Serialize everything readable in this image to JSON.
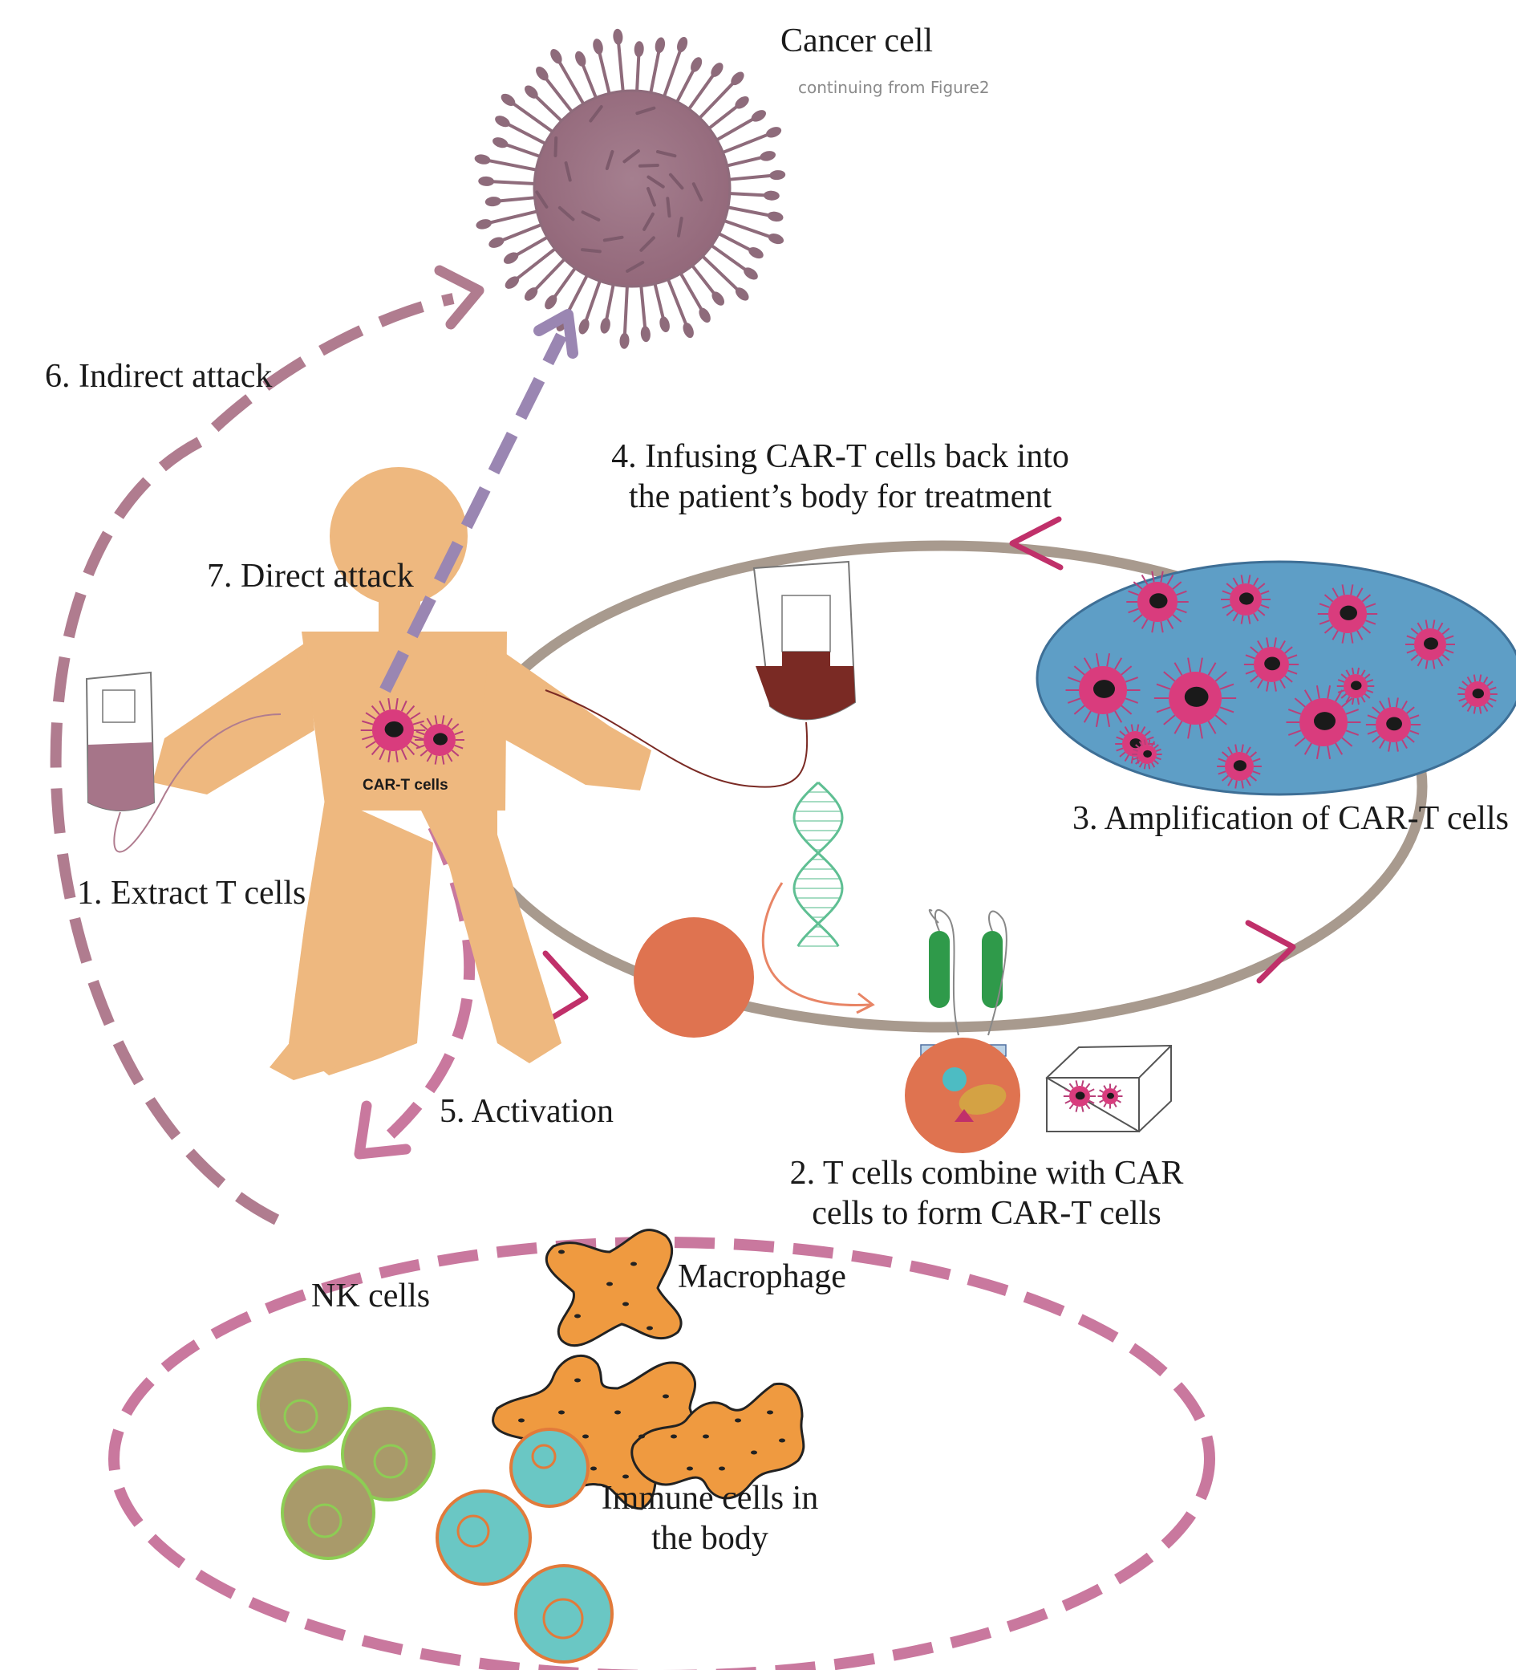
{
  "labels": {
    "cancer_cell": "Cancer cell",
    "continuing": "continuing from Figure2",
    "indirect_attack": "6. Indirect attack",
    "infusing_line1": "4. Infusing CAR-T cells back into",
    "infusing_line2": "the patient’s body for treatment",
    "direct_attack": "7. Direct attack",
    "cart_cells": "CAR-T cells",
    "amplification": "3. Amplification of CAR-T cells",
    "extract": "1. Extract T cells",
    "activation": "5. Activation",
    "combine_line1": "2. T cells combine with CAR",
    "combine_line2": "cells to form CAR-T cells",
    "nk_cells": "NK cells",
    "macrophage": "Macrophage",
    "immune_line1": "Immune cells in",
    "immune_line2": "the body"
  },
  "colors": {
    "body": "#eeb87f",
    "cancer_fill": "#9e7485",
    "cancer_spikes": "#8e6b7b",
    "dashed_arrow_mauve": "#b07c8f",
    "dashed_arrow_purple": "#9a86b2",
    "dashed_pink": "#c9789e",
    "cycle_loop": "#a89a8e",
    "arrowhead_magenta": "#c0306a",
    "dish_blue": "#5e9ec6",
    "cell_magenta": "#d93c7d",
    "blood_bag_dark": "#7a2a24",
    "blood_bag_light": "#a67589",
    "t_cell_orange": "#df7350",
    "dna_green": "#7cc8a3",
    "receptor_green": "#2f9a4a",
    "macrophage_orange": "#ef9a40",
    "nk_green": "#a7cd6a",
    "immune_teal": "#6ac7c4"
  }
}
